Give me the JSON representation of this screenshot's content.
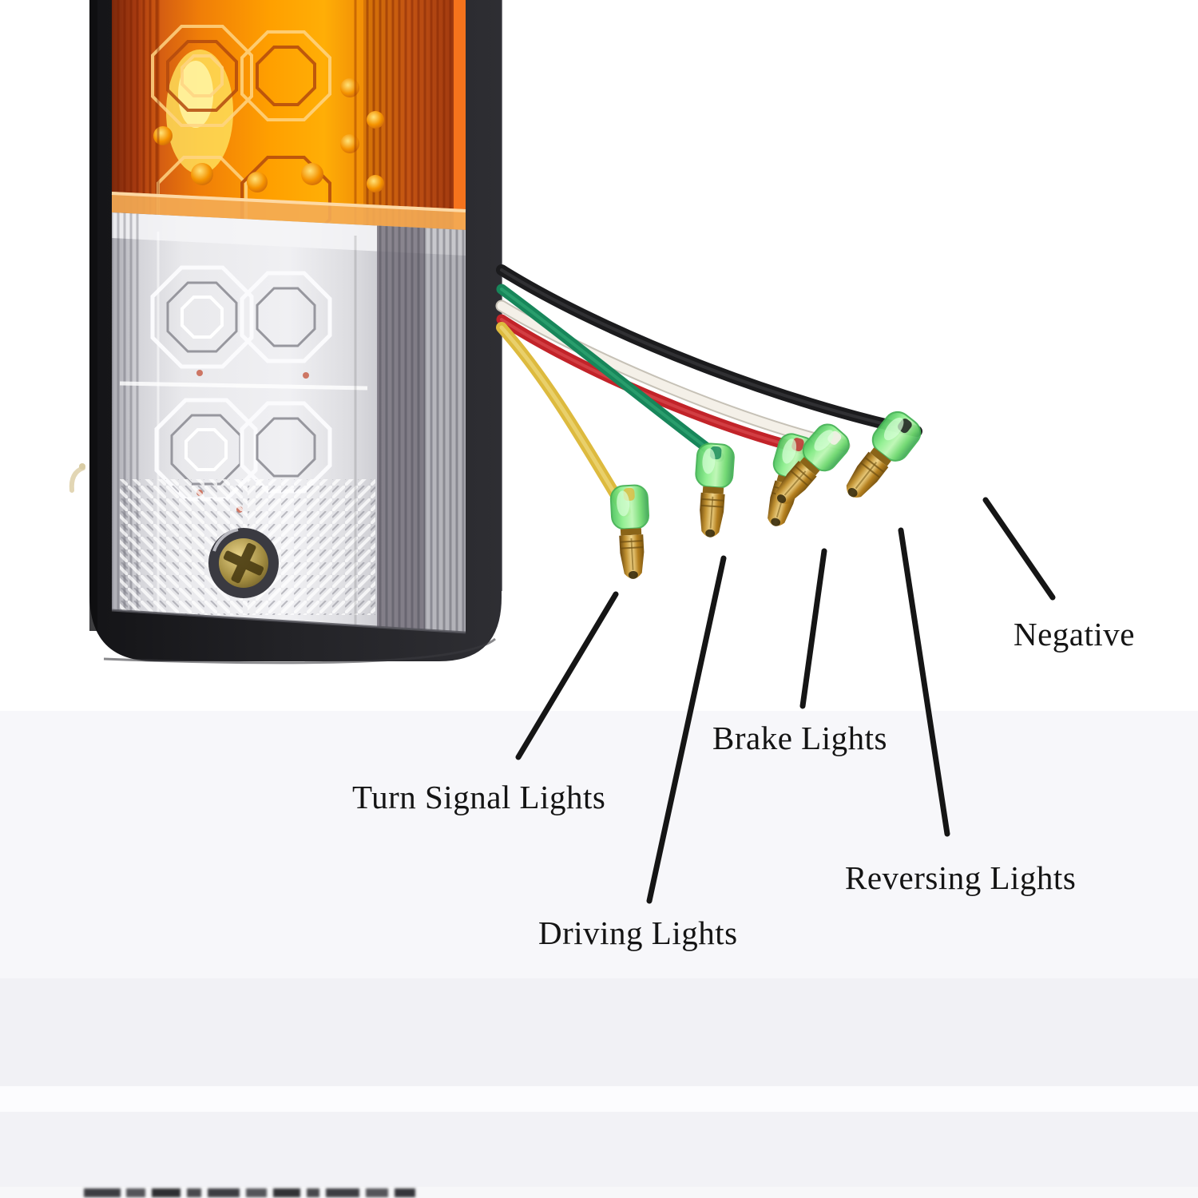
{
  "diagram": {
    "kind": "wiring-callout",
    "subject": "LED trailer tail light with 5-wire harness"
  },
  "labels": {
    "turn_signal": "Turn Signal Lights",
    "driving": "Driving Lights",
    "brake": "Brake Lights",
    "reversing": "Reversing Lights",
    "negative": "Negative"
  },
  "wires": [
    {
      "wire": "yellow",
      "hex": "#DDBA3E",
      "function": "Turn Signal Lights"
    },
    {
      "wire": "green",
      "hex": "#17865A",
      "function": "Driving Lights"
    },
    {
      "wire": "red",
      "hex": "#C22329",
      "function": "Brake Lights"
    },
    {
      "wire": "white",
      "hex": "#F4F0E8",
      "function": "Reversing Lights"
    },
    {
      "wire": "black",
      "hex": "#1B1B1D",
      "function": "Negative"
    }
  ],
  "lamp": {
    "upper_lens_color": "#F59300",
    "lower_lens_color": "#D9D9DD",
    "housing_color": "#232327",
    "terminal_connector_color": "#7BE47B",
    "terminal_pin_color": "#C09132"
  },
  "callout_line_color": "#151515"
}
